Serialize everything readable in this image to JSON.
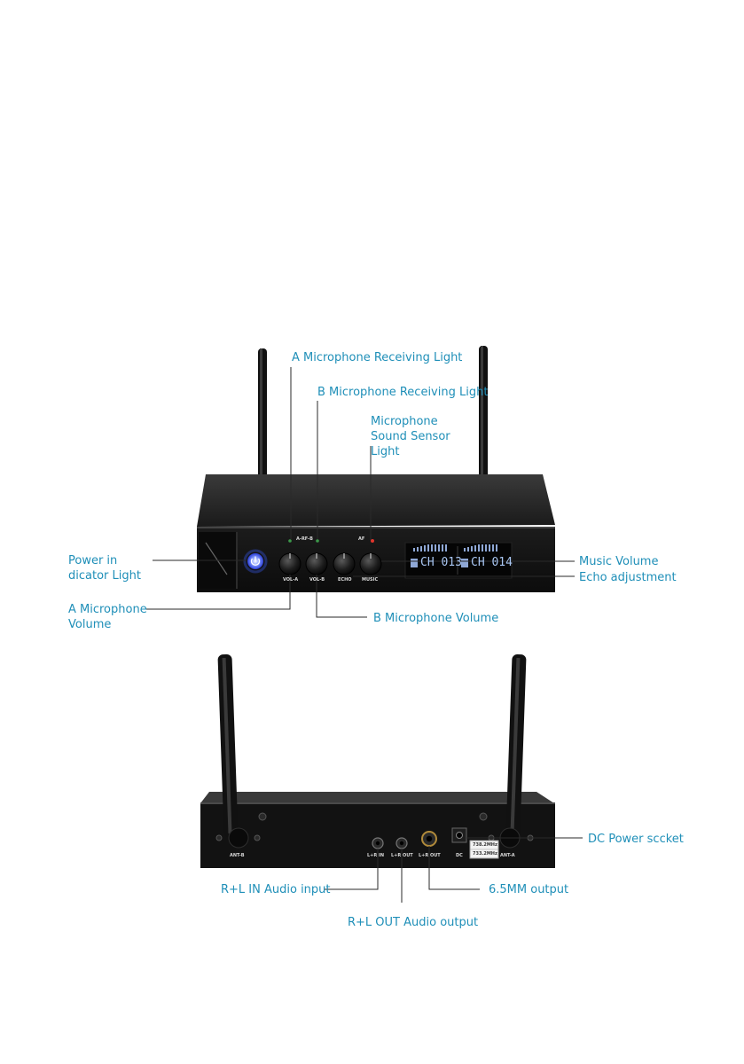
{
  "colors": {
    "accent": "#1f8fb8",
    "device": "#151515",
    "power_led": "#3a5fff",
    "display": "#9fc7ff"
  },
  "front_panel": {
    "indicator_label": "A-RF-B",
    "af_label": "AF",
    "knob_labels": [
      "VOL-A",
      "VOL-B",
      "ECHO",
      "MUSIC"
    ],
    "display_channels": [
      "CH 013",
      "CH 014"
    ]
  },
  "rear_panel": {
    "port_labels": [
      "ANT-B",
      "L+R IN",
      "L+R OUT",
      "L+R OUT",
      "DC",
      "ANT-A"
    ],
    "frequency_sticker": [
      "738.2MHz",
      "733.2MHz"
    ]
  },
  "callouts": {
    "a_mic_receiving_light": "A Microphone Receiving Light",
    "b_mic_receiving_light": "B Microphone Receiving Light",
    "mic_sound_sensor_light": "Microphone Sound Sensor Light",
    "power_indicator_light": "Power in dicator Light",
    "music_volume": "Music Volume",
    "echo_adjustment": "Echo adjustment",
    "a_mic_volume": "A Microphone Volume",
    "b_mic_volume": "B Microphone Volume",
    "rl_in_audio_input": "R+L IN Audio input",
    "dc_power_socket": "DC Power sccket",
    "six_five_mm_output": "6.5MM output",
    "rl_out_audio_output": "R+L OUT Audio output"
  }
}
